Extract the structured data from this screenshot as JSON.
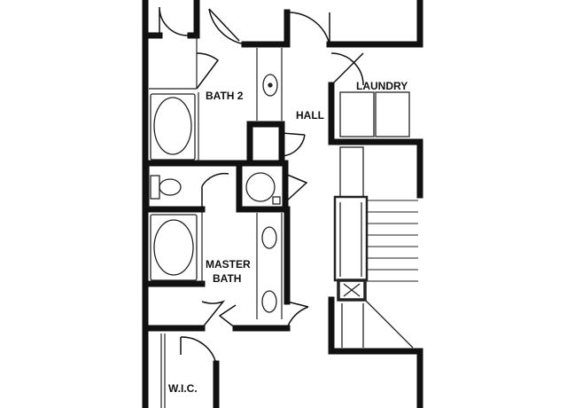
{
  "rooms": {
    "bath2": "BATH 2",
    "hall": "HALL",
    "laundry": "LAUNDRY",
    "master_line1": "MASTER",
    "master_line2": "BATH",
    "wic": "W.I.C."
  },
  "colors": {
    "wall": "#111111",
    "fixture": "#222222",
    "background": "#ffffff"
  }
}
